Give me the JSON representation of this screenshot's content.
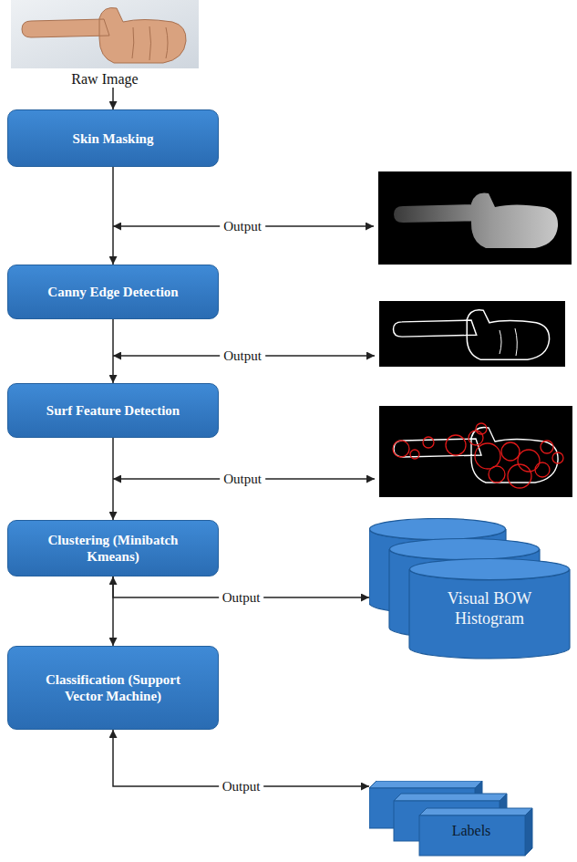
{
  "diagram": {
    "nodes": [
      {
        "text": [
          "Raw Image"
        ]
      },
      {
        "text": [
          "Skin Masking"
        ]
      },
      {
        "text": [
          "Canny Edge Detection"
        ]
      },
      {
        "text": [
          "Surf Feature Detection"
        ]
      },
      {
        "text": [
          "Clustering (Minibatch Kmeans)"
        ]
      },
      {
        "text": [
          "Classification (Support Vector Machine)"
        ]
      },
      {
        "text": [
          "Visual BOW Histogram"
        ]
      },
      {
        "text": [
          "Labels"
        ]
      }
    ],
    "edges": [
      {
        "from": 0,
        "to": 1,
        "arrow": "to"
      },
      {
        "from": 1,
        "to": 2,
        "arrow": "to"
      },
      {
        "from": 2,
        "to": 3,
        "arrow": "to"
      },
      {
        "from": 3,
        "to": 4,
        "arrow": "to"
      },
      {
        "from": 4,
        "to": 5,
        "arrow": "to"
      },
      {
        "from": 4,
        "to": 6,
        "label": "Output",
        "arrow": "both"
      },
      {
        "from": 5,
        "to": 7,
        "label": "Output",
        "arrow": "both"
      }
    ],
    "labels": [
      "Output",
      "Output",
      "Output"
    ]
  }
}
